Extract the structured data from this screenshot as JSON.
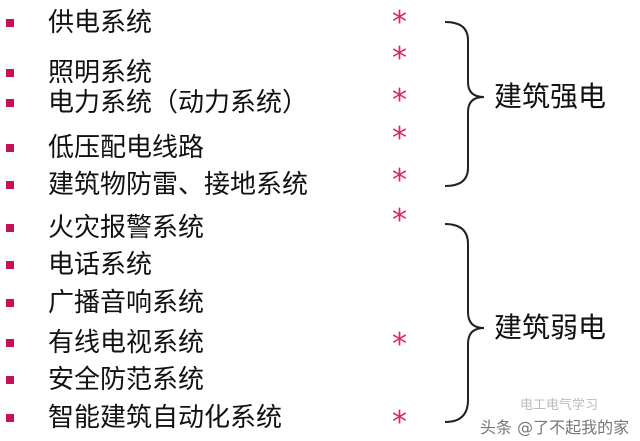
{
  "items": [
    {
      "text": "供电系统",
      "marked": true
    },
    {
      "text": "照明系统",
      "marked": true
    },
    {
      "text": "电力系统（动力系统）",
      "marked": true
    },
    {
      "text": "低压配电线路",
      "marked": true
    },
    {
      "text": "建筑物防雷、接地系统",
      "marked": true
    },
    {
      "text": "火灾报警系统",
      "marked": true
    },
    {
      "text": "电话系统",
      "marked": false
    },
    {
      "text": "广播音响系统",
      "marked": false
    },
    {
      "text": "有线电视系统",
      "marked": true
    },
    {
      "text": "安全防范系统",
      "marked": false
    },
    {
      "text": "智能建筑自动化系统",
      "marked": true
    }
  ],
  "star": "*",
  "groups": {
    "strong": "建筑强电",
    "weak": "建筑弱电"
  },
  "watermark": {
    "main": "头条 @了不起我的家",
    "faint": "电工电气学习"
  },
  "colors": {
    "bullet": "#c8105a",
    "star": "#e0206a"
  }
}
